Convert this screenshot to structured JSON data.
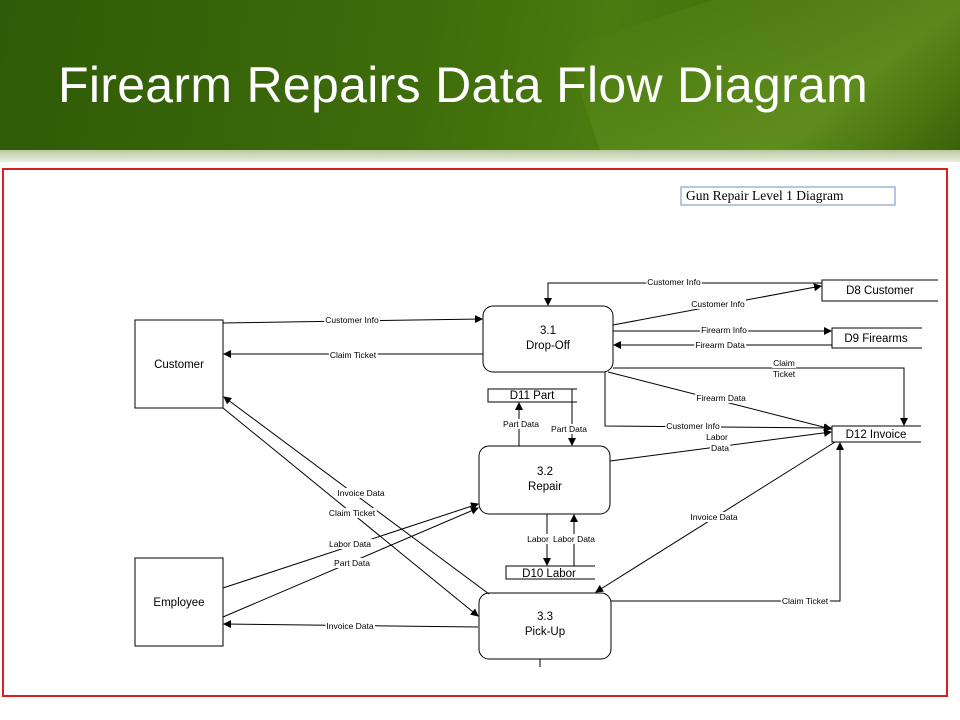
{
  "slide": {
    "title": "Firearm Repairs Data Flow Diagram",
    "accent_color": "#3f6d0b",
    "frame_color": "#d52020"
  },
  "diagram": {
    "caption": "Gun Repair Level 1 Diagram",
    "entities": {
      "customer": "Customer",
      "employee": "Employee"
    },
    "processes": {
      "p31": {
        "id": "3.1",
        "name": "Drop-Off"
      },
      "p32": {
        "id": "3.2",
        "name": "Repair"
      },
      "p33": {
        "id": "3.3",
        "name": "Pick-Up"
      }
    },
    "stores": {
      "d8": "D8 Customer",
      "d9": "D9 Firearms",
      "d10": "D10 Labor",
      "d11": "D11 Part",
      "d12": "D12 Invoice"
    },
    "flows": {
      "cust_to_dropoff": "Customer Info",
      "dropoff_to_cust": "Claim Ticket",
      "d8_to_dropoff": "Customer Info",
      "dropoff_to_d8": "Customer Info",
      "dropoff_to_d9": "Firearm Info",
      "d9_to_dropoff": "Firearm Data",
      "dropoff_to_d12_claim_1": "Claim",
      "dropoff_to_d12_claim_2": "Ticket",
      "dropoff_to_d12_firearm": "Firearm Data",
      "dropoff_to_d12_customer": "Customer Info",
      "repair_to_d12_labor_1": "Labor",
      "repair_to_d12_labor_2": "Data",
      "repair_to_d11": "Part Data",
      "d11_to_repair": "Part Data",
      "repair_to_d10": "Labor",
      "d10_to_repair": "Labor Data",
      "pickup_to_cust_invoice": "Invoice Data",
      "cust_to_pickup_claim": "Claim Ticket",
      "emp_to_repair_labor": "Labor Data",
      "emp_to_repair_part": "Part Data",
      "d12_to_pickup_invoice": "Invoice Data",
      "pickup_to_d12_claim": "Claim Ticket",
      "pickup_to_emp_invoice": "Invoice Data"
    }
  }
}
